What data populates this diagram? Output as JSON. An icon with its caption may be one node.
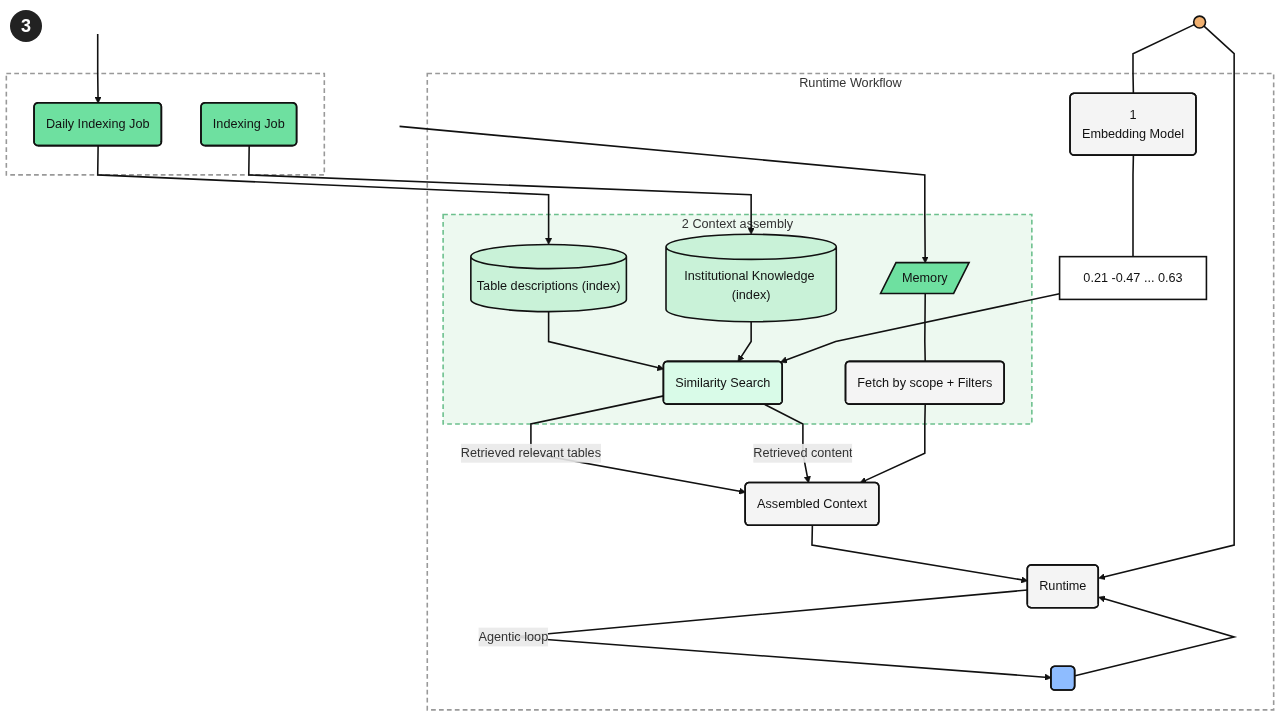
{
  "diagram": {
    "nodes": [
      {
        "text": [],
        "shape": "box"
      },
      {
        "text": [
          "Daily Indexing Job"
        ],
        "in": 0
      },
      {
        "text": [
          "Indexing Job"
        ],
        "in": 0
      },
      {
        "text": [
          "Runtime Workflow"
        ]
      },
      {
        "text": [
          "2",
          "Context assembly"
        ],
        "in": 3
      },
      {
        "text": [
          "Table descriptions (index)"
        ],
        "in": 4
      },
      {
        "text": [
          "Similarity Search"
        ],
        "in": 4
      },
      {
        "text": [
          "Institutional Knowledge (index)"
        ],
        "in": 4
      },
      {
        "text": [
          "Memory"
        ],
        "in": 4
      },
      {
        "text": [
          "Fetch by scope + Filters"
        ],
        "in": 4
      },
      {
        "text": [
          "0.21 -0.47 ... 0.63"
        ],
        "in": 3
      },
      {
        "text": [
          "1",
          "Embedding Model"
        ],
        "in": 3
      },
      {
        "text": [
          "Assembled Context"
        ],
        "in": 3
      },
      {
        "text": [
          "Runtime"
        ],
        "in": 3
      },
      {
        "text": [],
        "shape": "box",
        "in": 3
      },
      {
        "text": [],
        "shape": "person"
      }
    ],
    "edges": [
      {
        "from": null,
        "to": 1,
        "arrow": "to"
      },
      {
        "from": 1,
        "to": 5,
        "arrow": "to"
      },
      {
        "from": 2,
        "to": 7,
        "arrow": "to"
      },
      {
        "from": null,
        "to": 8,
        "arrow": "to"
      },
      {
        "from": 5,
        "to": 6,
        "arrow": "to"
      },
      {
        "from": 7,
        "to": 6,
        "arrow": "to"
      },
      {
        "from": 11,
        "to": 10,
        "arrow": "none"
      },
      {
        "from": 10,
        "to": 6,
        "arrow": "to"
      },
      {
        "from": 6,
        "to": 12,
        "arrow": "to",
        "label": "Retrieved relevant tables"
      },
      {
        "from": 6,
        "to": 12,
        "arrow": "to",
        "label": "Retrieved content"
      },
      {
        "from": 8,
        "to": 9,
        "arrow": "none"
      },
      {
        "from": 9,
        "to": 12,
        "arrow": "to"
      },
      {
        "from": 12,
        "to": 13,
        "arrow": "to"
      },
      {
        "from": 15,
        "to": 11,
        "arrow": "none"
      },
      {
        "from": 15,
        "to": 13,
        "arrow": "to"
      },
      {
        "from": 13,
        "to": 14,
        "arrow": "to",
        "label": "Agentic loop"
      },
      {
        "from": 14,
        "to": 13,
        "arrow": "to"
      }
    ],
    "labels": [
      "3"
    ]
  }
}
